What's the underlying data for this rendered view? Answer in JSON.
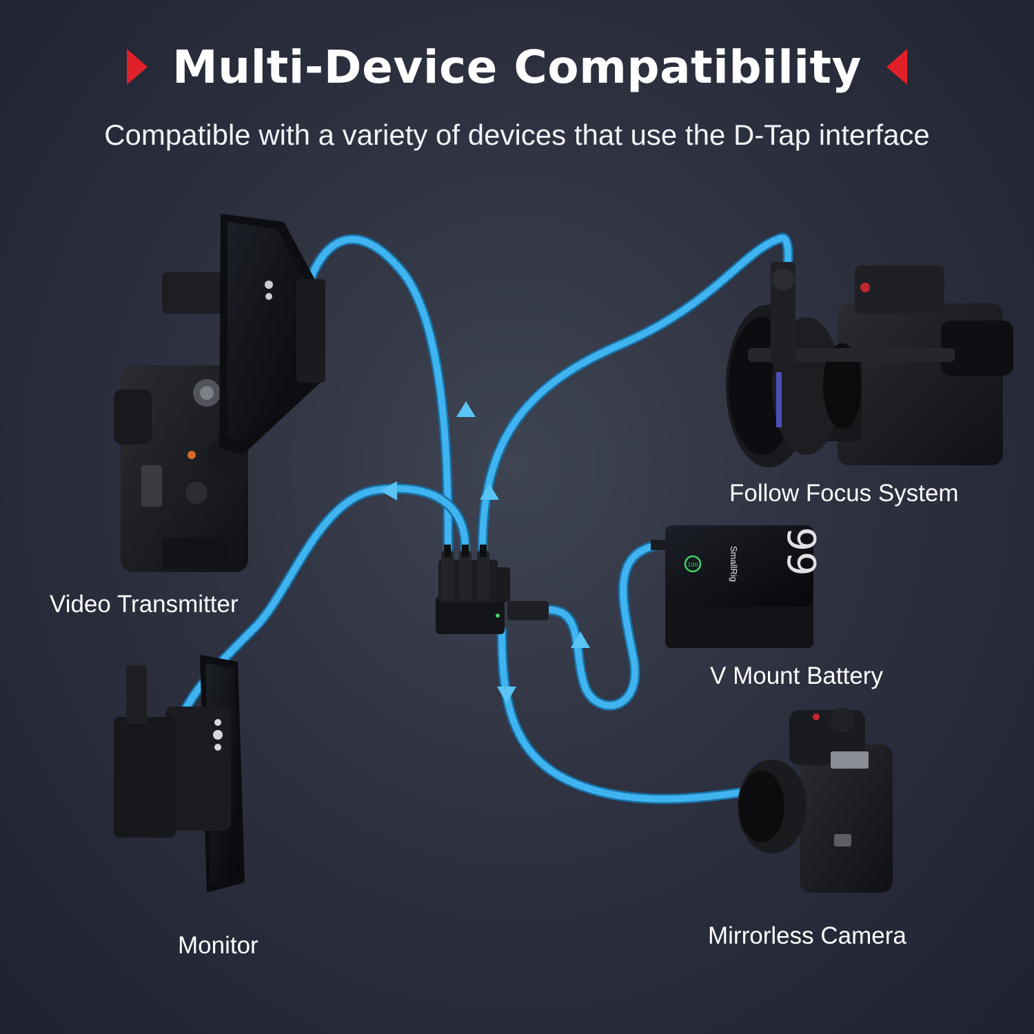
{
  "header": {
    "title": "Multi-Device Compatibility",
    "subtitle": "Compatible with a variety of devices that use the D-Tap interface"
  },
  "colors": {
    "accent": "#e1202a",
    "cable": "#3fb4f0",
    "background": "#2d3140"
  },
  "devices": {
    "video_transmitter": "Video Transmitter",
    "monitor": "Monitor",
    "follow_focus": "Follow Focus System",
    "battery": "V Mount Battery",
    "mirrorless_camera": "Mirrorless Camera"
  },
  "battery_display": {
    "brand": "SmallRig",
    "percent": "99",
    "badge": "100"
  },
  "icons": [
    "red-triangle-marker-icon",
    "flow-arrow-icon"
  ]
}
